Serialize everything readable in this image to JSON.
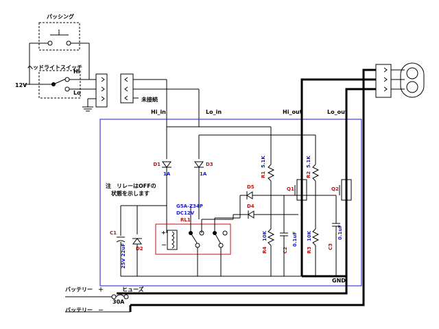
{
  "labels": {
    "passing": "パッシング",
    "headlight_switch": "ヘッドライトスイッチ",
    "hi": "Hi",
    "lo": "Lo",
    "v12": "12V",
    "unconnected": "未接続",
    "hi_in": "Hi_in",
    "lo_in": "Lo_in",
    "hi_out": "Hi_out",
    "lo_out": "Lo_out",
    "note_line1": "注　リレーはOFFの",
    "note_line2": "状態を示します",
    "relay_part": "G5A-Z34P",
    "relay_voltage": "DC12V",
    "relay_ref": "RL1",
    "d1": "D1",
    "d1_rating": "1A",
    "d3": "D3",
    "d3_rating": "1A",
    "d5": "D5",
    "d4": "D4",
    "d2": "D2",
    "c1": "C1",
    "c1_value": "25V 22uF",
    "r1": "R1",
    "r1_value": "5.1K",
    "r2": "R2",
    "r2_value": "5.1K",
    "r3": "R3",
    "r3_value": "10K",
    "r4": "R4",
    "r4_value": "10K",
    "c2": "C2",
    "c2_value": "0.1uF",
    "c3": "C3",
    "c3_value": "0.1uF",
    "q1": "Q1",
    "q2": "Q2",
    "gnd": "GND",
    "battery_plus": "バッテリー　＋",
    "fuse": "ヒューズ",
    "fuse_rating": "30A",
    "battery_minus": "バッテリー　－",
    "relay_plus": "+",
    "relay_minus": "－"
  }
}
